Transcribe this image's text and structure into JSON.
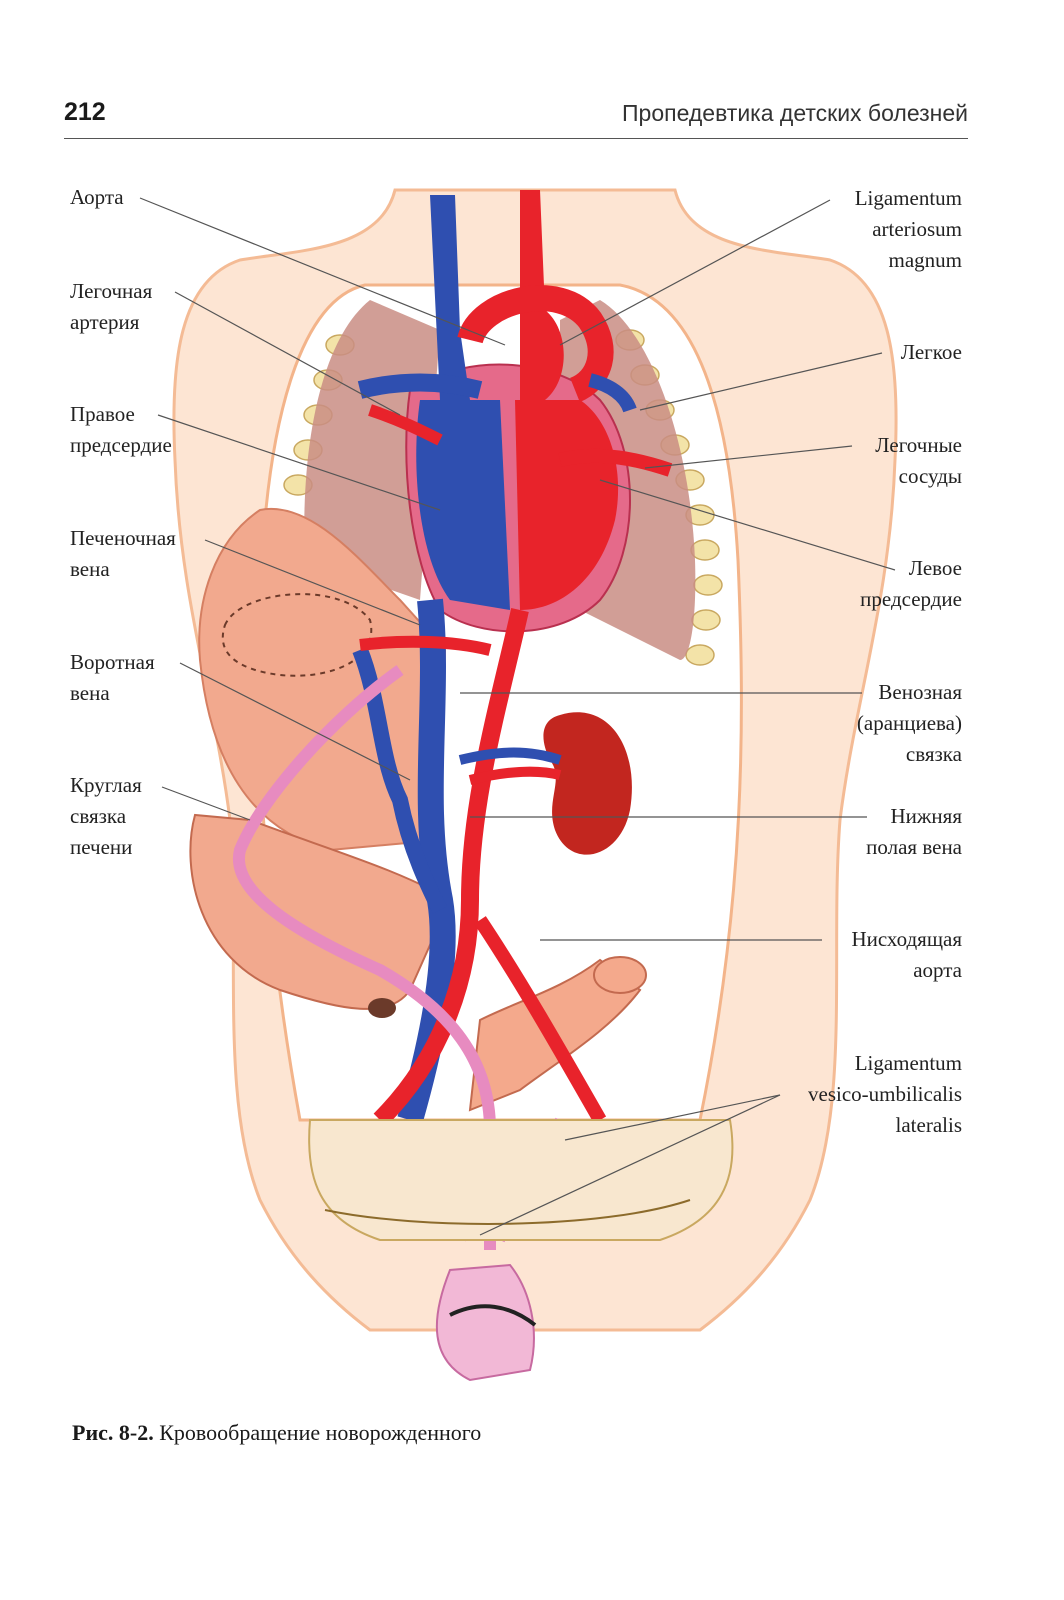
{
  "header": {
    "page_number": "212",
    "running_title": "Пропедевтика детских болезней"
  },
  "labels": {
    "aorta": "Аорта",
    "pulmonary_artery": [
      "Легочная",
      "артерия"
    ],
    "right_atrium": [
      "Правое",
      "предсердие"
    ],
    "hepatic_vein": [
      "Печеночная",
      "вена"
    ],
    "portal_vein": [
      "Воротная",
      "вена"
    ],
    "round_ligament": [
      "Круглая",
      "связка",
      "печени"
    ],
    "lig_arteriosum": [
      "Ligamentum",
      "arteriosum",
      "magnum"
    ],
    "lung": "Легкое",
    "pulmonary_vessels": [
      "Легочные",
      "сосуды"
    ],
    "left_atrium": [
      "Левое",
      "предсердие"
    ],
    "venous_ligament": [
      "Венозная",
      "(аранциева)",
      "связка"
    ],
    "ivc": [
      "Нижняя",
      "полая вена"
    ],
    "descending_aorta": [
      "Нисходящая",
      "аорта"
    ],
    "lig_vesico": [
      "Ligamentum",
      "vesico-umbilicalis",
      "lateralis"
    ]
  },
  "caption": {
    "number": "Рис. 8-2.",
    "text": "Кровообращение новорожденного"
  },
  "colors": {
    "artery": "#e8232b",
    "vein": "#2f4fb0",
    "skin": "#f7c9a6",
    "liver": "#f2a98e",
    "lung": "#c98d84",
    "umbilical": "#e78bc0",
    "kidney": "#c2261f"
  }
}
